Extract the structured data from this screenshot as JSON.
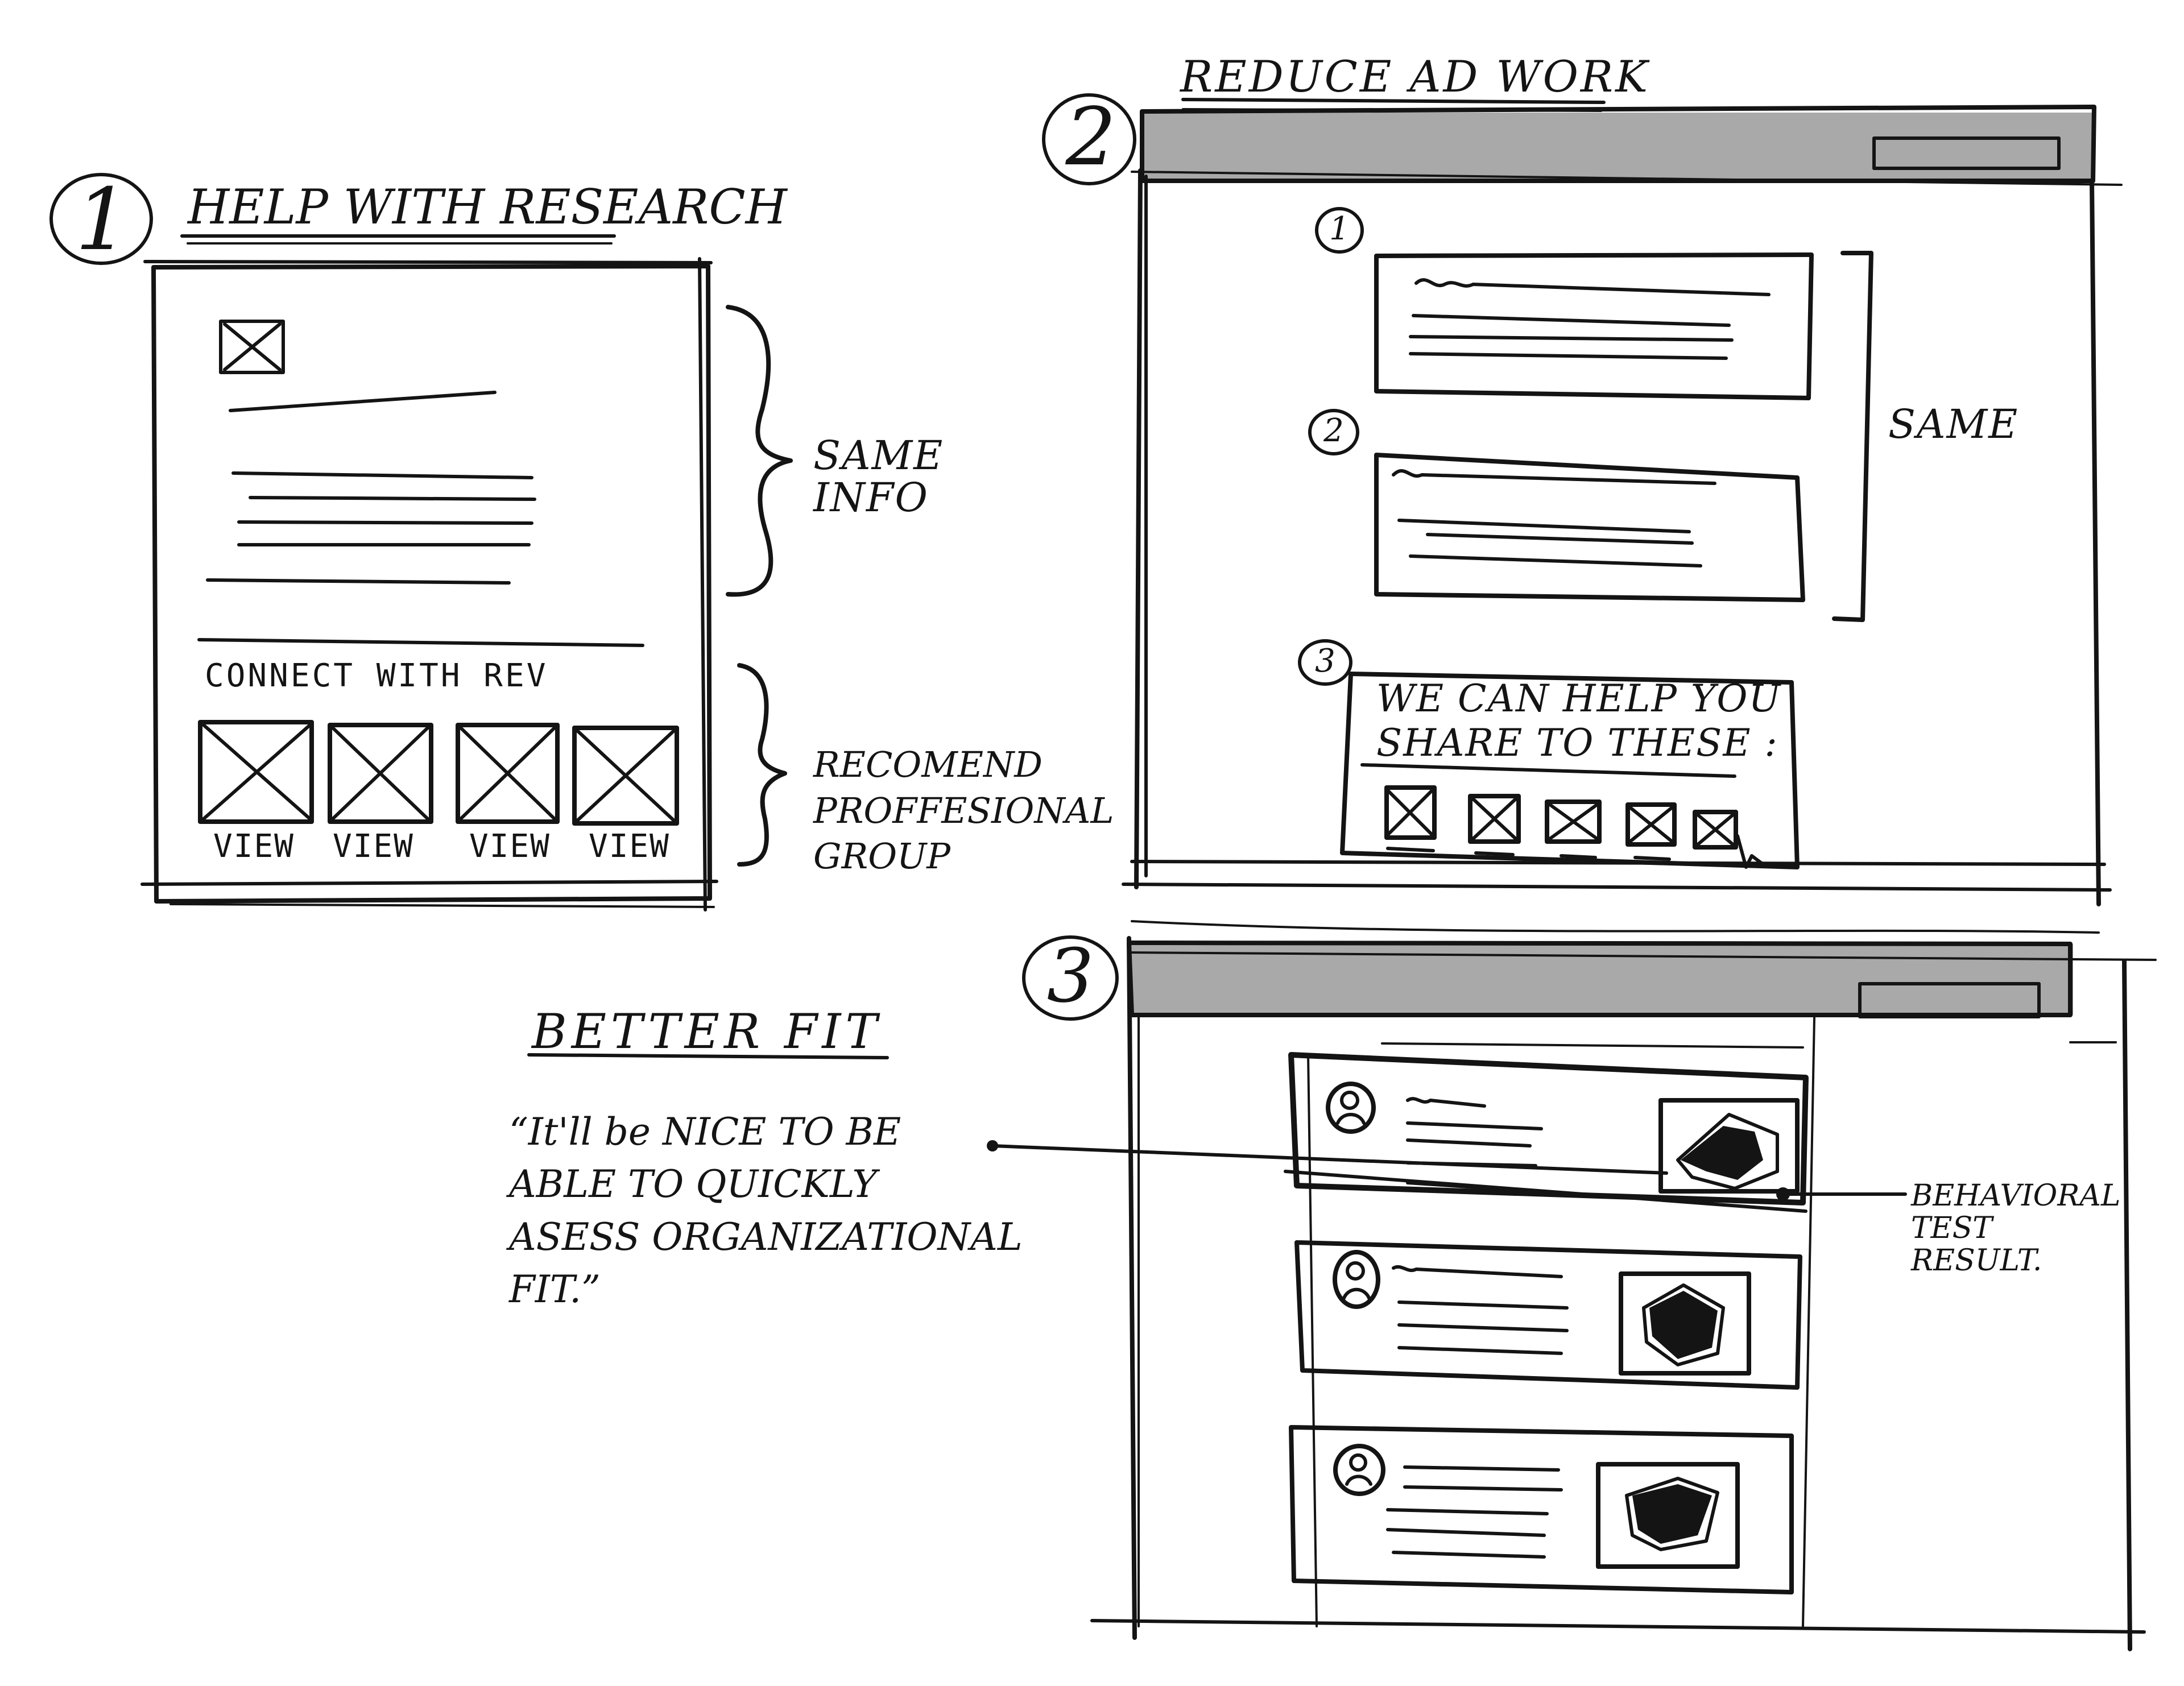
{
  "colors": {
    "ink": "#141414",
    "fill_gray": "#a9a9a9",
    "thumb_fill": "#dcdcdc",
    "paper": "#ffffff"
  },
  "sketch_1": {
    "number": "1",
    "title": "HELP WITH RESEARCH",
    "same_info_note": "SAME\nINFO",
    "connect_label": "CONNECT WITH REV",
    "view_labels": [
      "VIEW",
      "VIEW",
      "VIEW",
      "VIEW"
    ],
    "recommend_note": "RECOMEND\nPROFFESIONAL\nGROUP"
  },
  "sketch_2": {
    "number": "2",
    "title": "REDUCE AD WORK",
    "card_numbers": [
      "1",
      "2",
      "3"
    ],
    "same_note": "SAME",
    "share_text": "WE CAN HELP YOU\nSHARE TO THESE :"
  },
  "sketch_3": {
    "number": "3",
    "behavioral_note": "BEHAVIORAL\nTEST\nRESULT."
  },
  "better_fit": {
    "heading": "BETTER FIT",
    "quote": "“It'll be NICE TO BE\nABLE TO QUICKLY\nASESS ORGANIZATIONAL\nFIT.”"
  }
}
